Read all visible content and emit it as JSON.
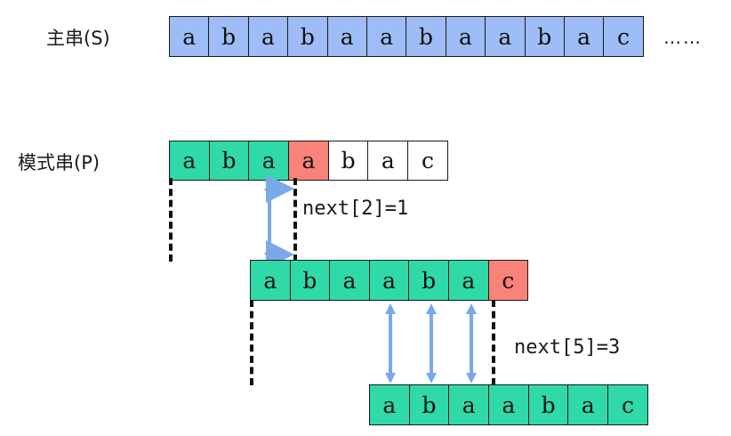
{
  "diagram": {
    "title_semantic": "kmp-next-array-illustration",
    "colors": {
      "blue": "#9ebcf5",
      "green": "#2fd9a8",
      "red": "#f98279",
      "white": "#ffffff",
      "border": "#1a1a1a",
      "arrow": "#7aa9e8",
      "dash": "#111111"
    },
    "rows": [
      {
        "id": "main-string",
        "label": "主串(S)",
        "cells": [
          {
            "ch": "a",
            "fill": "blue"
          },
          {
            "ch": "b",
            "fill": "blue"
          },
          {
            "ch": "a",
            "fill": "blue"
          },
          {
            "ch": "b",
            "fill": "blue"
          },
          {
            "ch": "a",
            "fill": "blue"
          },
          {
            "ch": "a",
            "fill": "blue"
          },
          {
            "ch": "b",
            "fill": "blue"
          },
          {
            "ch": "a",
            "fill": "blue"
          },
          {
            "ch": "a",
            "fill": "blue"
          },
          {
            "ch": "b",
            "fill": "blue"
          },
          {
            "ch": "a",
            "fill": "blue"
          },
          {
            "ch": "c",
            "fill": "blue"
          }
        ],
        "trailing": "……"
      },
      {
        "id": "pattern-string-1",
        "label": "模式串(P)",
        "cells": [
          {
            "ch": "a",
            "fill": "green"
          },
          {
            "ch": "b",
            "fill": "green"
          },
          {
            "ch": "a",
            "fill": "green"
          },
          {
            "ch": "a",
            "fill": "red"
          },
          {
            "ch": "b",
            "fill": "white"
          },
          {
            "ch": "a",
            "fill": "white"
          },
          {
            "ch": "c",
            "fill": "white"
          }
        ]
      },
      {
        "id": "pattern-string-2",
        "label": "",
        "cells": [
          {
            "ch": "a",
            "fill": "green"
          },
          {
            "ch": "b",
            "fill": "green"
          },
          {
            "ch": "a",
            "fill": "green"
          },
          {
            "ch": "a",
            "fill": "green"
          },
          {
            "ch": "b",
            "fill": "green"
          },
          {
            "ch": "a",
            "fill": "green"
          },
          {
            "ch": "c",
            "fill": "red"
          }
        ]
      },
      {
        "id": "pattern-string-3",
        "label": "",
        "cells": [
          {
            "ch": "a",
            "fill": "green"
          },
          {
            "ch": "b",
            "fill": "green"
          },
          {
            "ch": "a",
            "fill": "green"
          },
          {
            "ch": "a",
            "fill": "green"
          },
          {
            "ch": "b",
            "fill": "green"
          },
          {
            "ch": "a",
            "fill": "green"
          },
          {
            "ch": "c",
            "fill": "green"
          }
        ]
      }
    ],
    "annotations": {
      "next_2": "next[2]=1",
      "next_5": "next[5]=3"
    }
  }
}
